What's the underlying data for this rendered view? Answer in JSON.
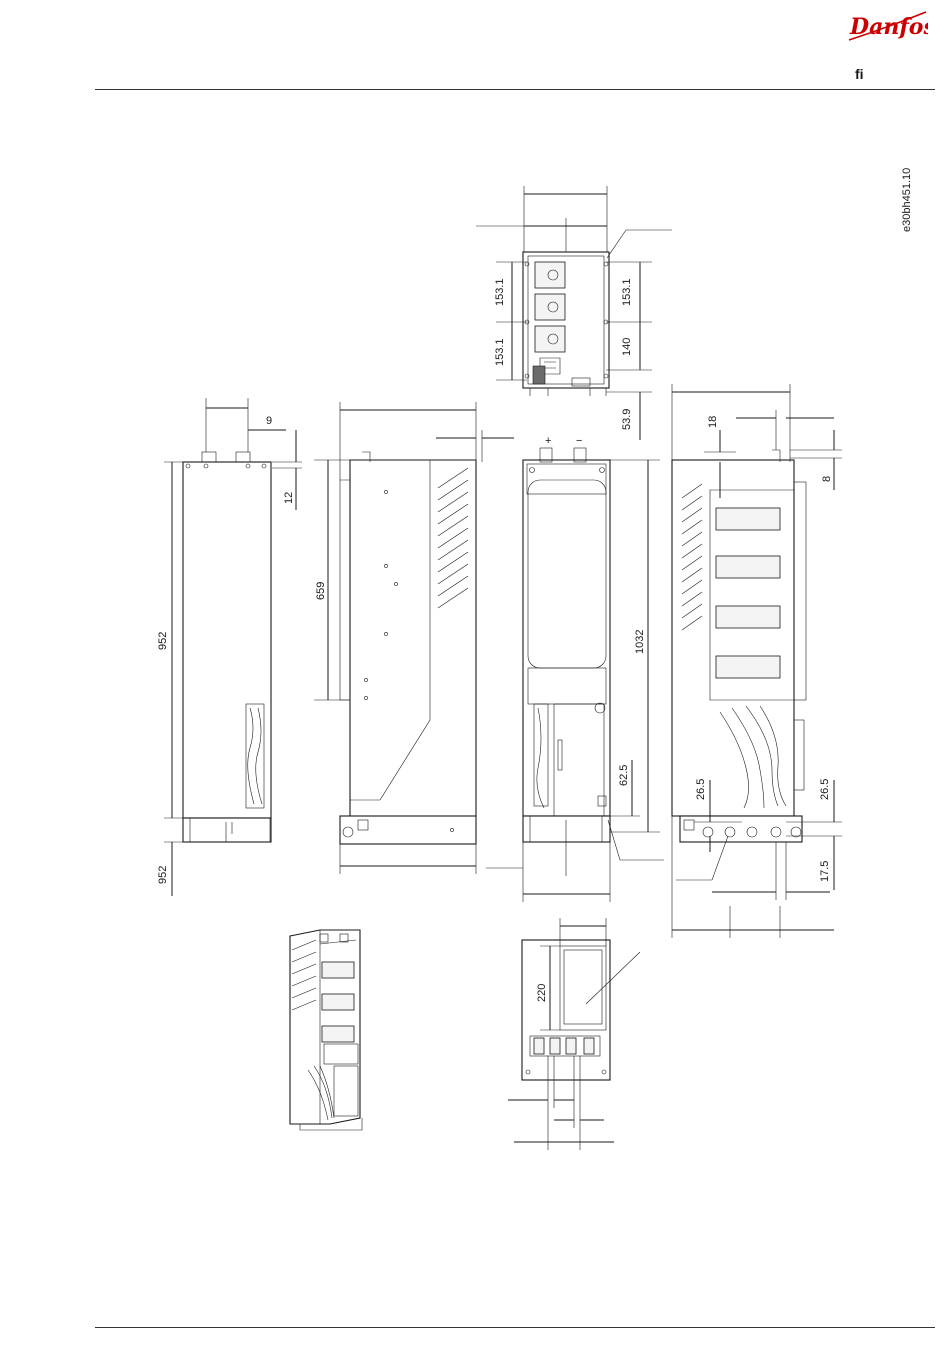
{
  "header": {
    "brand": "Danfoss",
    "code": "fi"
  },
  "figure": {
    "drawing_id": "e30bh451.10",
    "dimensions": {
      "top_153_1_left_a": "153.1",
      "top_153_1_left_b": "153.1",
      "top_153_1_right": "153.1",
      "top_140": "140",
      "top_53_9": "53.9",
      "side_9": "9",
      "side_12": "12",
      "side_952_main": "952",
      "side_952_lower": "952",
      "side_659": "659",
      "front_1032": "1032",
      "front_62_5": "62.5",
      "right_18": "18",
      "right_8": "8",
      "right_26_5_a": "26.5",
      "right_26_5_b": "26.5",
      "right_17_5": "17.5",
      "bottom_220": "220"
    },
    "terminal_symbols": {
      "plus": "+",
      "minus": "−"
    }
  }
}
